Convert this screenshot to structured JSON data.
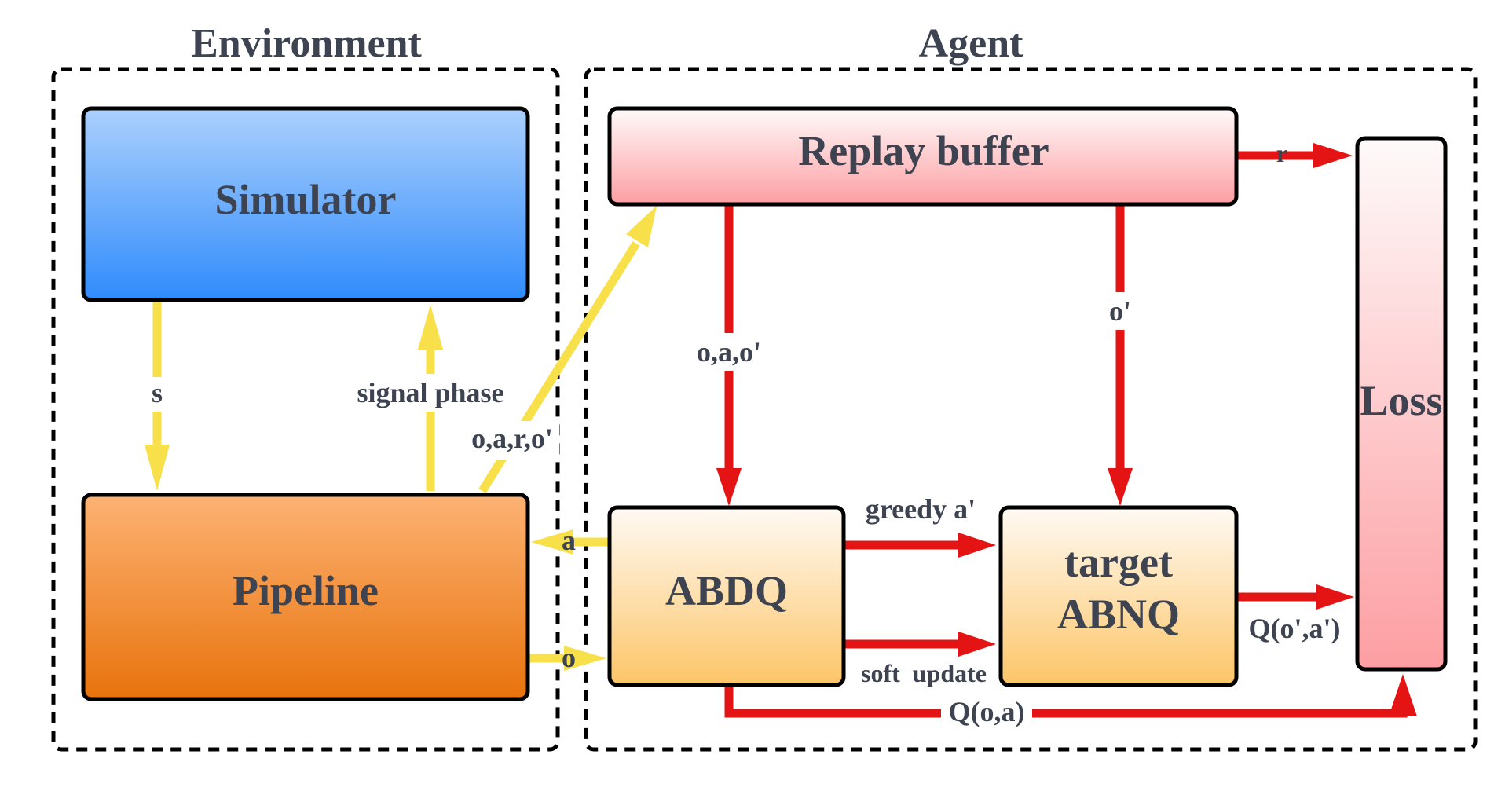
{
  "groups": {
    "environment": "Environment",
    "agent": "Agent"
  },
  "boxes": {
    "simulator": "Simulator",
    "pipeline": "Pipeline",
    "replay_buffer": "Replay buffer",
    "loss": "Loss",
    "abdq": "ABDQ",
    "target_line1": "target",
    "target_line2": "ABNQ"
  },
  "edges": {
    "s": "s",
    "signal_phase": "signal phase",
    "o_a_r_o": "o,a,r,o'",
    "a": "a",
    "o": "o",
    "o_a_o": "o,a,o'",
    "o_prime": "o'",
    "r": "r",
    "greedy": "greedy a'",
    "soft_update": "soft  update",
    "q_target": "Q(o',a')",
    "q_oa": "Q(o,a)"
  },
  "colors": {
    "simulator_top": "#acd0fd",
    "simulator_bottom": "#2f8bfb",
    "pipeline_top": "#fdb273",
    "pipeline_bottom": "#e8730c",
    "replay_top": "#fefafa",
    "replay_bottom": "#fd9ea2",
    "loss_top": "#fefafa",
    "loss_bottom": "#fd9ea2",
    "agent_box_top": "#fefaf3",
    "agent_box_bottom": "#fdc568",
    "yellow_arrow": "#f7e04a",
    "red_arrow": "#e51414",
    "text": "#3d4350"
  }
}
